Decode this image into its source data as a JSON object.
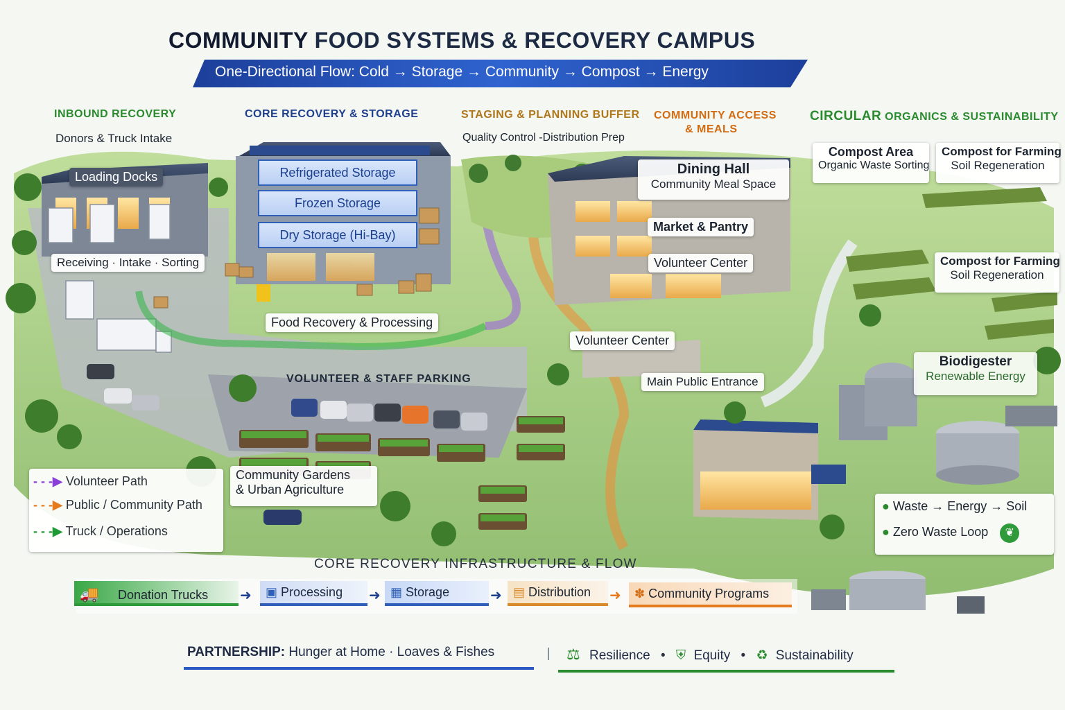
{
  "title": {
    "main_bold": "COMMUNITY",
    "main_rest": "FOOD SYSTEMS & RECOVERY CAMPUS",
    "subtitle": "One-Directional Flow: Cold → Storage → Community → Compost → Energy"
  },
  "sections": {
    "inbound": {
      "heading": "INBOUND RECOVERY",
      "sub": "Donors & Truck Intake",
      "loading_docks": "Loading Docks",
      "receiving": "Receiving · Intake · Sorting"
    },
    "core": {
      "heading": "CORE RECOVERY & STORAGE",
      "refrigerated": "Refrigerated Storage",
      "frozen": "Frozen Storage",
      "dry": "Dry Storage (Hi-Bay)",
      "processing": "Food Recovery & Processing"
    },
    "staging": {
      "heading": "STAGING & PLANNING BUFFER",
      "sub": "Quality Control -Distribution Prep"
    },
    "community": {
      "heading_1": "COMMUNITY ACCESS",
      "heading_2": "& MEALS",
      "dining_title": "Dining Hall",
      "dining_sub": "Community Meal Space",
      "market": "Market & Pantry",
      "volunteer_1": "Volunteer Center",
      "volunteer_2": "Volunteer Center",
      "entrance": "Main Public Entrance"
    },
    "circular": {
      "heading_bold": "CIRCULAR",
      "heading_rest": "ORGANICS & SUSTAINABILITY",
      "compost_area_title": "Compost Area",
      "compost_area_sub": "Organic Waste Sorting",
      "farming_1_title": "Compost for Farming",
      "farming_1_sub": "Soil Regeneration",
      "farming_2_title": "Compost for Farming",
      "farming_2_sub": "Soil Regeneration",
      "biodigester_title": "Biodigester",
      "biodigester_sub": "Renewable Energy",
      "loop_1": "Waste → Energy → Soil",
      "loop_2": "Zero Waste Loop"
    },
    "parking": "VOLUNTEER & STAFF PARKING",
    "gardens_1": "Community Gardens",
    "gardens_2": "& Urban Agriculture"
  },
  "legend": [
    {
      "label": "Volunteer Path",
      "color": "#8a3fd6"
    },
    {
      "label": "Public / Community Path",
      "color": "#e57b1f"
    },
    {
      "label": "Truck / Operations",
      "color": "#1f9a34"
    }
  ],
  "infrastructure": {
    "heading": "CORE RECOVERY INFRASTRUCTURE & FLOW",
    "steps": [
      {
        "label": "Donation Trucks",
        "icon": "truck-icon",
        "color": "#2e9a3a"
      },
      {
        "label": "Processing",
        "icon": "clipboard-icon",
        "color": "#2f5fb8"
      },
      {
        "label": "Storage",
        "icon": "warehouse-icon",
        "color": "#2f5fb8"
      },
      {
        "label": "Distribution",
        "icon": "crate-icon",
        "color": "#d88a2a"
      },
      {
        "label": "Community Programs",
        "icon": "people-icon",
        "color": "#e57b1f"
      }
    ]
  },
  "footer": {
    "partnership_label": "PARTNERSHIP:",
    "partnership_text": "Hunger at Home · Loaves & Fishes",
    "values": [
      {
        "label": "Resilience",
        "icon": "scales-icon"
      },
      {
        "label": "Equity",
        "icon": "shield-icon"
      },
      {
        "label": "Sustainability",
        "icon": "recycle-icon"
      }
    ],
    "separator": "•"
  },
  "colors": {
    "navy": "#1f3f8f",
    "green": "#2a8a2e",
    "orange": "#d36b12",
    "purple": "#8a3fd6",
    "blue_banner": "#2a58c2"
  }
}
